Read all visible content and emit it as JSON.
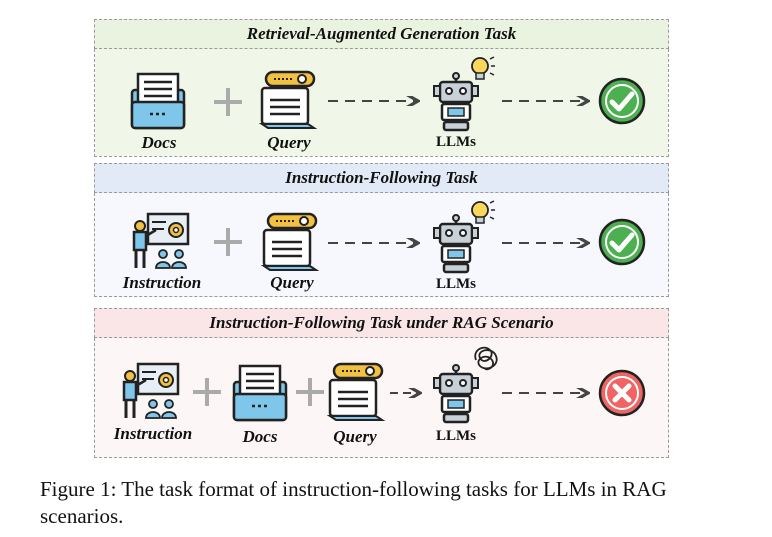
{
  "panels": [
    {
      "title": "Retrieval-Augmented Generation Task",
      "bg": "#eaf3df",
      "inputs": [
        "Docs",
        "Query"
      ],
      "model": "LLMs",
      "result": "check",
      "model_state": "lightbulb"
    },
    {
      "title": "Instruction-Following Task",
      "bg": "#e3eaf7",
      "inputs": [
        "Instruction",
        "Query"
      ],
      "model": "LLMs",
      "result": "check",
      "model_state": "lightbulb"
    },
    {
      "title": "Instruction-Following Task under RAG Scenario",
      "bg": "#fae6e6",
      "inputs": [
        "Instruction",
        "Docs",
        "Query"
      ],
      "model": "LLMs",
      "result": "cross",
      "model_state": "tangle"
    }
  ],
  "colors": {
    "green_check": "#4caf50",
    "red_cross": "#f06464",
    "query_yellow": "#f3c141",
    "docs_blue": "#7ec6ea"
  },
  "caption": "Figure 1: The task format of instruction-following tasks for LLMs in RAG scenarios."
}
